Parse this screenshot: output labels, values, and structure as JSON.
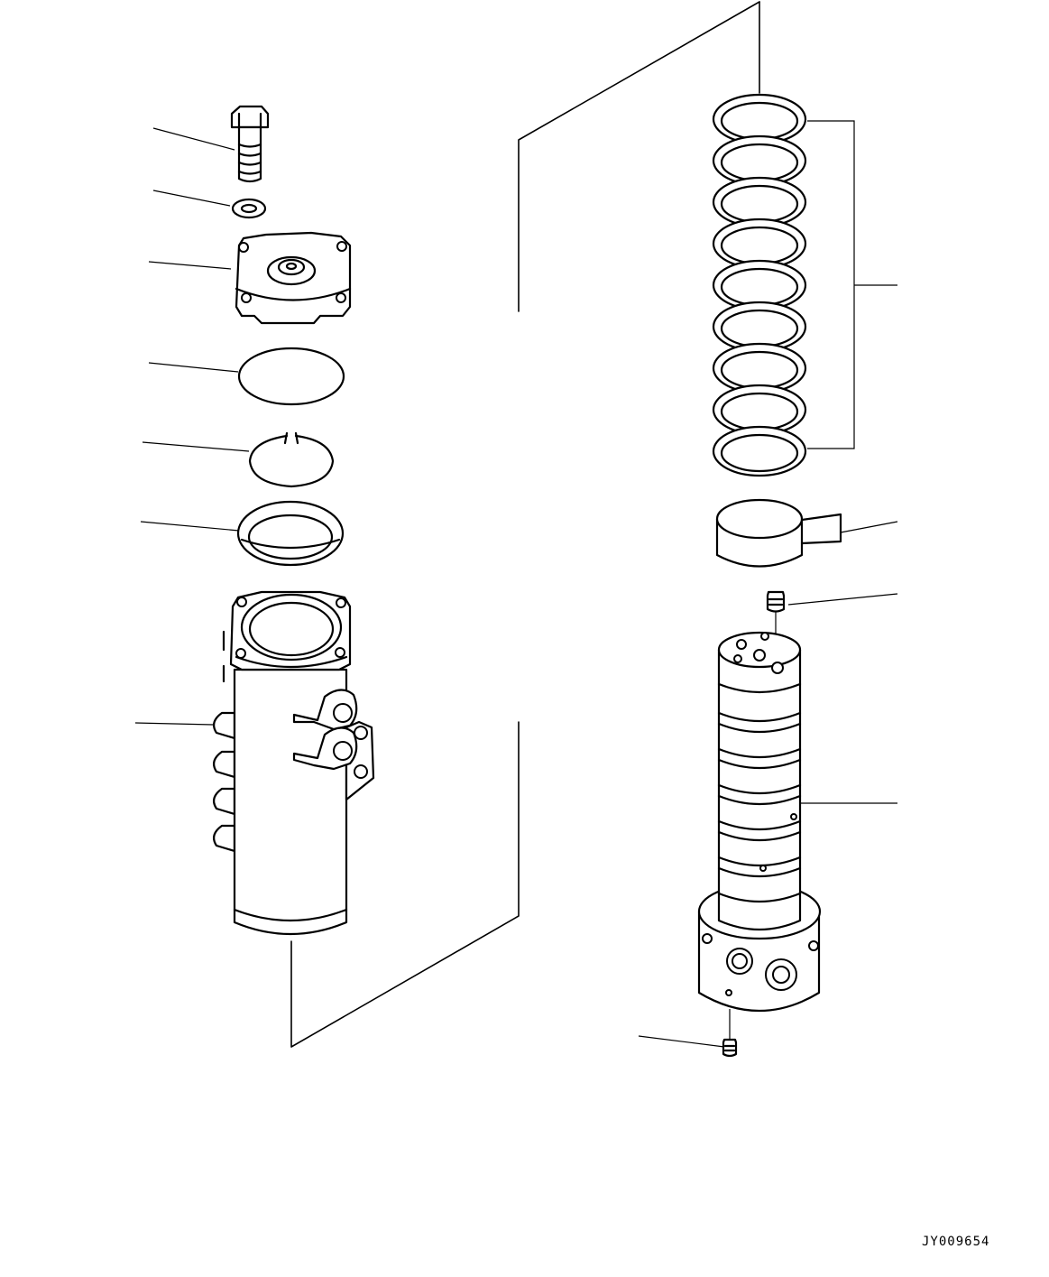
{
  "diagram": {
    "drawing_code": "JY009654",
    "parts": [
      {
        "id": "bolt",
        "icon": "hex-bolt-icon"
      },
      {
        "id": "washer",
        "icon": "washer-icon"
      },
      {
        "id": "cover",
        "icon": "flange-cover-icon"
      },
      {
        "id": "o-ring-large",
        "icon": "o-ring-icon"
      },
      {
        "id": "snap-ring",
        "icon": "snap-ring-icon"
      },
      {
        "id": "seal-ring",
        "icon": "seal-ring-icon"
      },
      {
        "id": "body",
        "icon": "swivel-body-icon"
      },
      {
        "id": "seal-ring-set",
        "icon": "seal-ring-stack-icon"
      },
      {
        "id": "bushing",
        "icon": "bushing-icon"
      },
      {
        "id": "plug-top",
        "icon": "plug-icon"
      },
      {
        "id": "shaft",
        "icon": "swivel-shaft-icon"
      },
      {
        "id": "plug-bottom",
        "icon": "plug-icon"
      }
    ]
  }
}
